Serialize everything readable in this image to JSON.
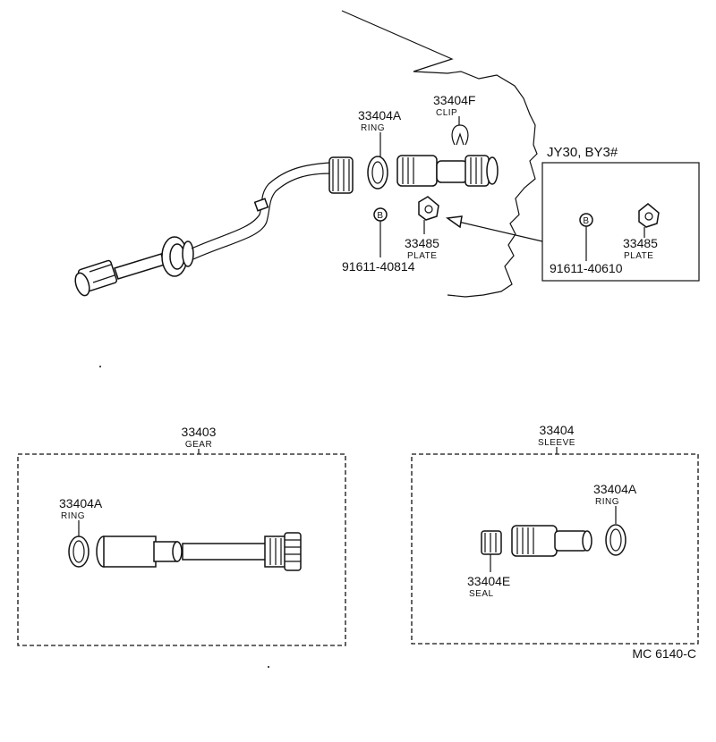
{
  "upper": {
    "ring_num": "33404A",
    "ring_name": "RING",
    "clip_num": "33404F",
    "clip_name": "CLIP",
    "plate_num": "33485",
    "plate_name": "PLATE",
    "bolt_mark": "B",
    "bolt_num": "91611-40814"
  },
  "variant": {
    "label": "JY30, BY3#",
    "bolt_mark": "B",
    "bolt_num": "91611-40610",
    "plate_num": "33485",
    "plate_name": "PLATE"
  },
  "gear_box": {
    "num": "33403",
    "name": "GEAR",
    "ring_num": "33404A",
    "ring_name": "RING"
  },
  "sleeve_box": {
    "num": "33404",
    "name": "SLEEVE",
    "ring_num": "33404A",
    "ring_name": "RING",
    "seal_num": "33404E",
    "seal_name": "SEAL"
  },
  "footer": {
    "code": "MC  6140-C"
  }
}
